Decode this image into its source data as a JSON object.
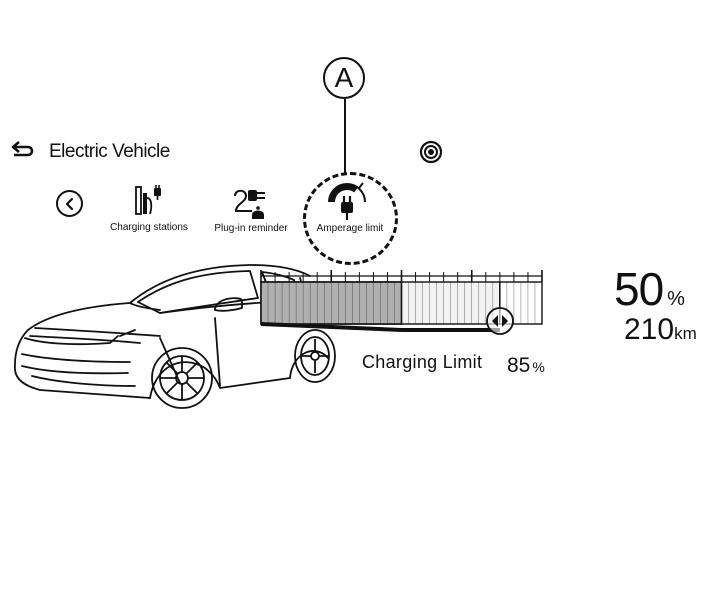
{
  "callout": {
    "letter": "A"
  },
  "header": {
    "title": "Electric Vehicle",
    "back_icon": "back-arrow-icon",
    "settings_icon": "settings-target-icon"
  },
  "menu": {
    "prev_icon": "chevron-left-icon",
    "items": [
      {
        "label": "Charging stations",
        "icon": "charging-station-icon"
      },
      {
        "label": "Plug-in reminder",
        "icon": "plug-bell-icon"
      },
      {
        "label": "Amperage limit",
        "icon": "amperage-gauge-plug-icon",
        "highlighted": true
      }
    ]
  },
  "battery": {
    "percent": "50",
    "percent_unit": "%",
    "range": "210",
    "range_unit": "km",
    "level_fraction": 0.5,
    "limit_fraction": 0.85
  },
  "charging_limit": {
    "label": "Charging Limit",
    "value": "85",
    "unit": "%"
  },
  "colors": {
    "ink": "#111111",
    "charged_fill": "#b0b0b0",
    "remaining_fill": "#f2f2f2"
  }
}
